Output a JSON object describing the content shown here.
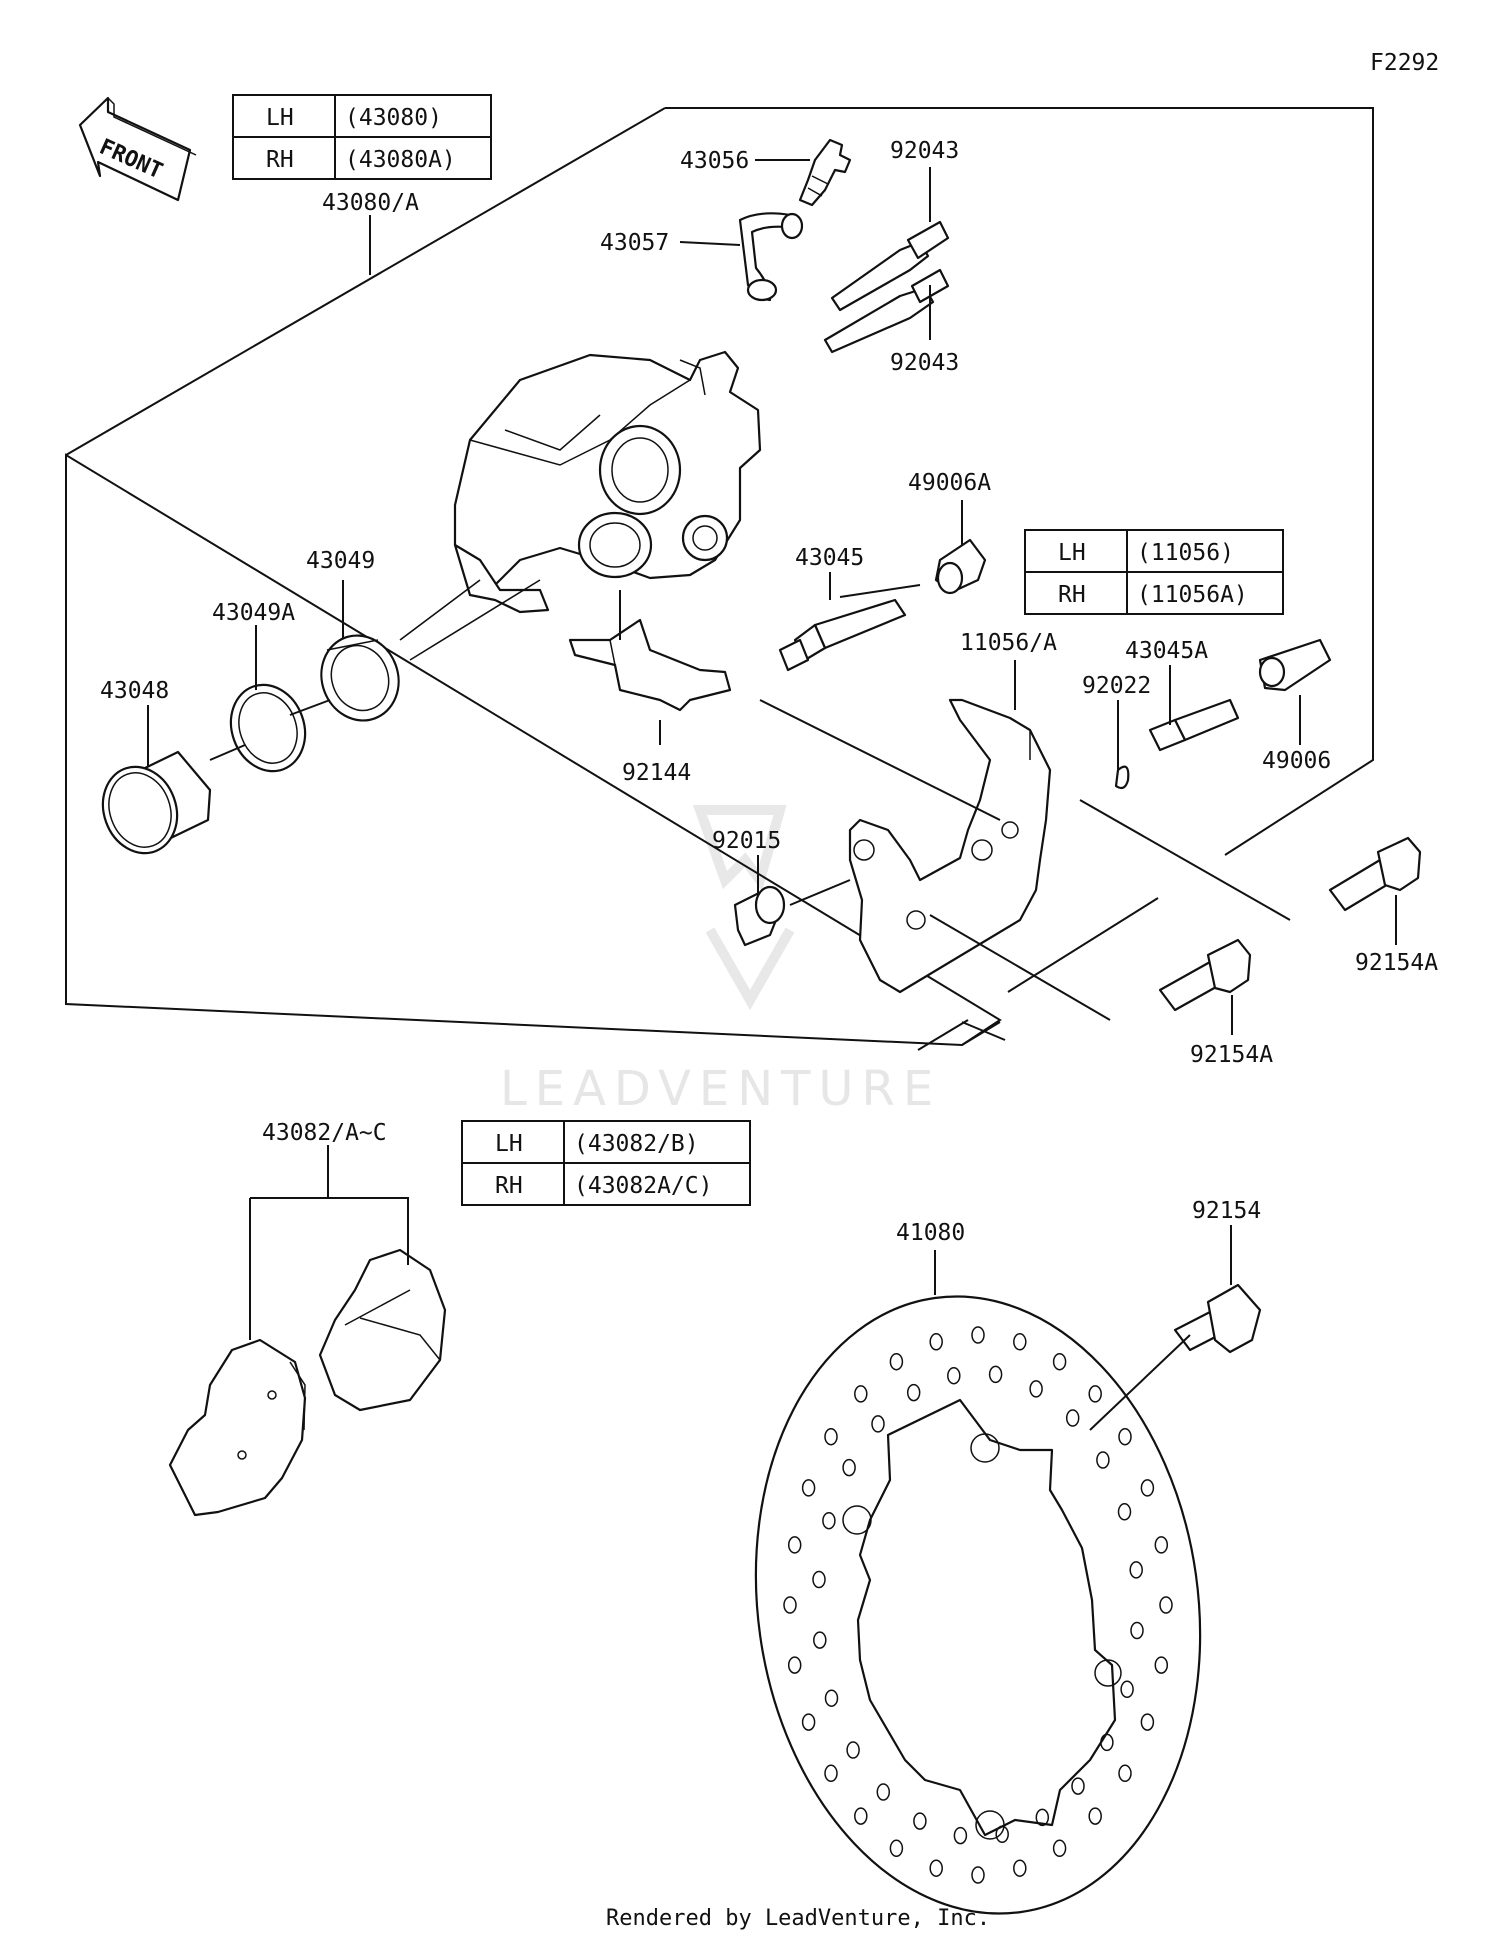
{
  "diagram_id": "F2292",
  "front_label": "FRONT",
  "footer": "Rendered by LeadVenture, Inc.",
  "watermark": "LEADVENTURE",
  "tables": {
    "caliper": {
      "rows": [
        {
          "side": "LH",
          "part": "(43080)"
        },
        {
          "side": "RH",
          "part": "(43080A)"
        }
      ]
    },
    "holder": {
      "rows": [
        {
          "side": "LH",
          "part": "(11056)"
        },
        {
          "side": "RH",
          "part": "(11056A)"
        }
      ]
    },
    "pads": {
      "rows": [
        {
          "side": "LH",
          "part": "(43082/B)"
        },
        {
          "side": "RH",
          "part": "(43082A/C)"
        }
      ]
    }
  },
  "callouts": {
    "c43080A": "43080/A",
    "c43056": "43056",
    "c92043a": "92043",
    "c43057": "43057",
    "c92043b": "92043",
    "c49006A": "49006A",
    "c43045": "43045",
    "c43049": "43049",
    "c43049A": "43049A",
    "c43048": "43048",
    "c11056A": "11056/A",
    "c43045A": "43045A",
    "c92022": "92022",
    "c49006": "49006",
    "c92144": "92144",
    "c92015": "92015",
    "c92154Aa": "92154A",
    "c92154Ab": "92154A",
    "c43082AC": "43082/A~C",
    "c41080": "41080",
    "c92154": "92154"
  }
}
